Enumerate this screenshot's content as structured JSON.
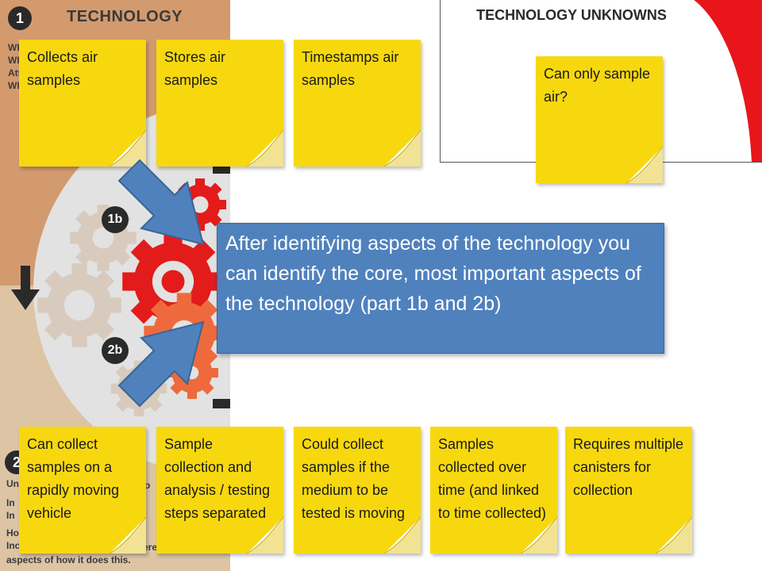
{
  "background": {
    "section1_number": "1",
    "section1_title": "TECHNOLOGY",
    "section2_number": "2",
    "step_1b": "1b",
    "step_2b": "2b",
    "faded_lines_top": [
      "WI",
      "WI",
      "Att",
      "WI"
    ],
    "faded_lines_bottom": [
      "Un",
      "In",
      "In",
      "Ho",
      "Inc"
    ],
    "faded_fragment_right_1": "o",
    "faded_fragment_right_2": "eresti",
    "faded_footer": "aspects of how it does this."
  },
  "top_notes": [
    {
      "text": "Collects air samples"
    },
    {
      "text": "Stores air samples"
    },
    {
      "text": "Timestamps air samples"
    }
  ],
  "unknowns": {
    "title": "TECHNOLOGY UNKNOWNS",
    "note": "Can only sample air?"
  },
  "callout": {
    "text": "After identifying aspects of the technology you can identify the core, most important aspects of the technology (part 1b and 2b)"
  },
  "bottom_notes": [
    {
      "text": "Can collect samples on a rapidly moving vehicle"
    },
    {
      "text": "Sample collection and analysis / testing steps separated"
    },
    {
      "text": "Could collect samples if the medium to be tested is moving"
    },
    {
      "text": "Samples collected over time (and linked to time collected)"
    },
    {
      "text": "Requires multiple canisters for collection"
    }
  ],
  "colors": {
    "sticky_note": "#f7d80f",
    "callout": "#4f81bd",
    "arrow": "#4f81bd",
    "gear_red": "#e31b1b",
    "gear_orange": "#ee6a3c",
    "gear_tan": "#c9a988",
    "panel_top": "#d39a6e",
    "panel_bottom": "#dcc4a5",
    "corner_red": "#e8161b"
  }
}
